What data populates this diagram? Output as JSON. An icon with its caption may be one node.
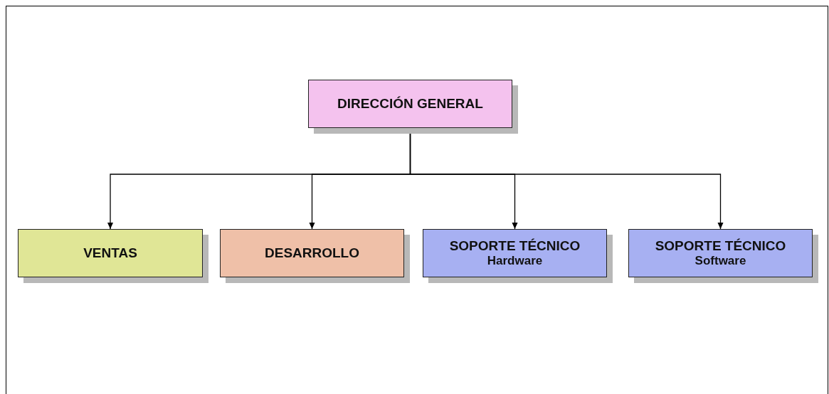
{
  "diagram": {
    "nodes": [
      {
        "text": [
          "DIRECCIÓN GENERAL"
        ]
      },
      {
        "text": [
          "VENTAS"
        ]
      },
      {
        "text": [
          "DESARROLLO"
        ]
      },
      {
        "text": [
          "SOPORTE TÉCNICO",
          "Hardware"
        ]
      },
      {
        "text": [
          "SOPORTE TÉCNICO",
          "Software"
        ]
      }
    ],
    "edges": [
      {
        "from": 0,
        "to": 1,
        "arrow": "to"
      },
      {
        "from": 0,
        "to": 2,
        "arrow": "to"
      },
      {
        "from": 0,
        "to": 3,
        "arrow": "to"
      },
      {
        "from": 0,
        "to": 4,
        "arrow": "to"
      }
    ]
  }
}
